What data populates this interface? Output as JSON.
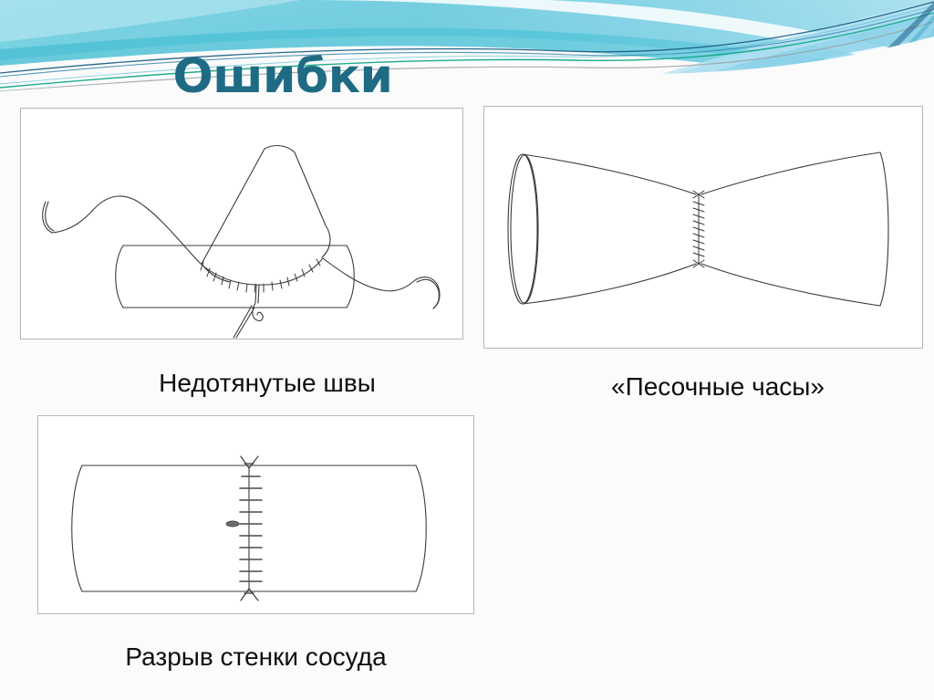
{
  "slide": {
    "title": "Ошибки",
    "background_color": "#fbfbfc",
    "title_color": "#1f6b84"
  },
  "header": {
    "name": "decorative-wave-banner",
    "colors": {
      "cyan": "#73cfe0",
      "light_blue": "#8ed3e8",
      "teal": "#3fb9c9",
      "deep_blue": "#1f5f86",
      "green_teal": "#12a887",
      "gray": "#9aa3a6",
      "white": "#ffffff"
    }
  },
  "figures": [
    {
      "id": "figure-1",
      "name": "understretched-sutures-diagram",
      "caption": "Недотянутые швы",
      "description": "Косо срезанный сосудистый трансплантат, пришитый к стенке сосуда узловыми швами; две иглы с нитью по краям и свисающая нить с узлом",
      "elements": [
        "vessel-tube",
        "graft-conduit",
        "suture-line",
        "needle-left",
        "needle-right",
        "hanging-thread"
      ]
    },
    {
      "id": "figure-2",
      "name": "hourglass-anastomosis-diagram",
      "caption": "«Песочные часы»",
      "description": "Два сосуда, сшитых в виде песочных часов — сужение в зоне анастомоза",
      "elements": [
        "vessel-left",
        "vessel-right",
        "open-vessel-mouth",
        "vertical-suture-line"
      ]
    },
    {
      "id": "figure-3",
      "name": "vessel-wall-rupture-diagram",
      "caption": "Разрыв стенки сосуда",
      "description": "Прямой сосуд с вертикальным швом, прорезавшим стенку сосуда",
      "elements": [
        "vessel-tube",
        "vertical-suture-ladder",
        "knot-top",
        "knot-bottom",
        "rupture-hole"
      ]
    }
  ]
}
